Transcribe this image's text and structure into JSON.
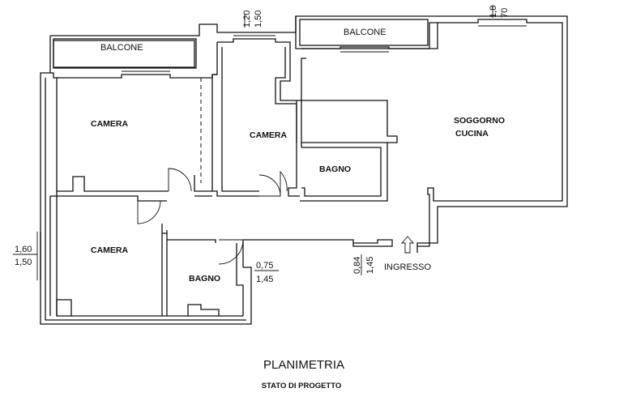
{
  "rooms": {
    "balcone_left": "BALCONE",
    "balcone_right": "BALCONE",
    "camera_top_left": "CAMERA",
    "camera_center": "CAMERA",
    "camera_bottom_left": "CAMERA",
    "bagno_center": "BAGNO",
    "bagno_bottom": "BAGNO",
    "soggiorno_line1": "SOGGORNO",
    "soggiorno_line2": "CUCINA",
    "ingresso": "INGRESSO"
  },
  "dimensions": {
    "top_center_upper": "1,20",
    "top_center_lower": "1,50",
    "top_right_upper": "1,8",
    "top_right_lower": "70",
    "left_upper": "1,60",
    "left_lower": "1,50",
    "bagno_upper": "0,75",
    "bagno_lower": "1,45",
    "entry_left": "0,84",
    "entry_right": "1,45"
  },
  "footer": {
    "title": "PLANIMETRIA",
    "subtitle": "STATO DI PROGETTO"
  }
}
